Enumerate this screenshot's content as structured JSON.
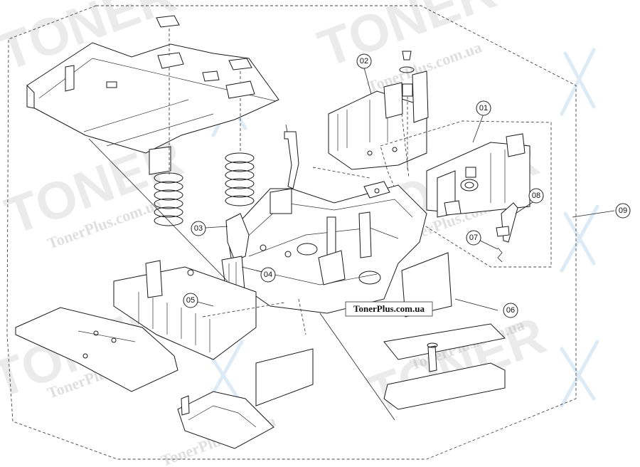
{
  "diagram": {
    "site_label": "TonerPlus.com.ua",
    "watermark": {
      "word": "TONER",
      "url": "TonerPlus.com.ua"
    },
    "callouts": [
      "01",
      "02",
      "03",
      "04",
      "05",
      "06",
      "07",
      "08",
      "09"
    ],
    "colors": {
      "line": "#1a1a1a",
      "watermark": "#b8b8b8"
    }
  }
}
